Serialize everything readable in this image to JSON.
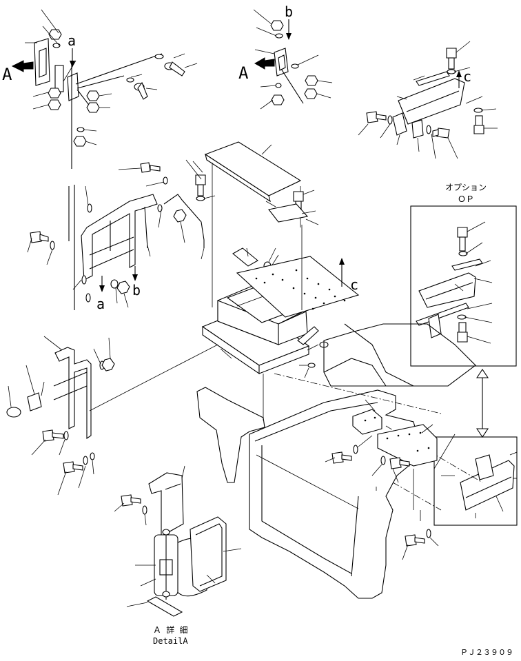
{
  "diagram": {
    "labels": {
      "view_a_left": "A",
      "view_a_right": "A",
      "ref_a_top": "a",
      "ref_a_bottom": "a",
      "ref_b_top": "b",
      "ref_b_bottom": "b",
      "ref_c_top": "c",
      "ref_c_mid": "c"
    },
    "option_box": {
      "title_jp": "オプション",
      "title_code": "ＯＰ"
    },
    "detail_caption": {
      "jp": "Ａ 詳 細",
      "en": "DetailA"
    },
    "drawing_number": "ＰＪ２３９０９"
  }
}
